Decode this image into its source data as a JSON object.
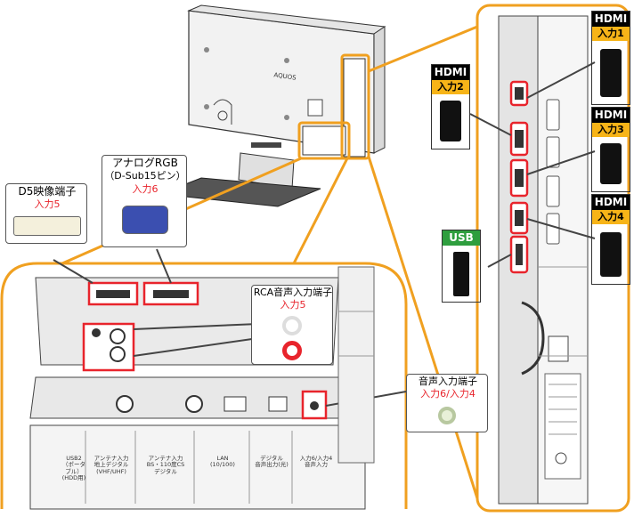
{
  "callouts": {
    "d5": {
      "title": "D5映像端子",
      "input": "入力5"
    },
    "vga": {
      "title_line1": "アナログRGB",
      "title_line2": "（D-Sub15ピン）",
      "input": "入力6"
    },
    "rca": {
      "title": "RCA音声入力端子",
      "input": "入力5"
    },
    "audio": {
      "title": "音声入力端子",
      "input": "入力6/入力4"
    }
  },
  "hdmi_tags": [
    {
      "name": "HDMI",
      "input": "入力1"
    },
    {
      "name": "HDMI",
      "input": "入力2"
    },
    {
      "name": "HDMI",
      "input": "入力3"
    },
    {
      "name": "HDMI",
      "input": "入力4"
    }
  ],
  "usb_tag": {
    "name": "USB"
  },
  "tv": {
    "brand": "AQUOS"
  },
  "bottom_labels": [
    {
      "line1": "USB2",
      "line2": "（ポータブル）",
      "line3": "(HDD用)"
    },
    {
      "line1": "アンテナ入力",
      "line2": "地上デジタル",
      "line3": "(VHF/UHF)"
    },
    {
      "line1": "アンテナ入力",
      "line2": "BS・110度CS",
      "line3": "デジタル"
    },
    {
      "line1": "LAN",
      "line2": "(10/100)",
      "line3": ""
    },
    {
      "line1": "デジタル",
      "line2": "音声出力(光)",
      "line3": ""
    },
    {
      "line1": "入力6/入力4",
      "line2": "音声入力",
      "line3": ""
    }
  ],
  "colors": {
    "accent_orange": "#f0a020",
    "highlight_red": "#e8242c",
    "hdmi_yellow": "#f7b418",
    "usb_green": "#2e9e3e",
    "panel_gray": "#d8d8d8"
  }
}
